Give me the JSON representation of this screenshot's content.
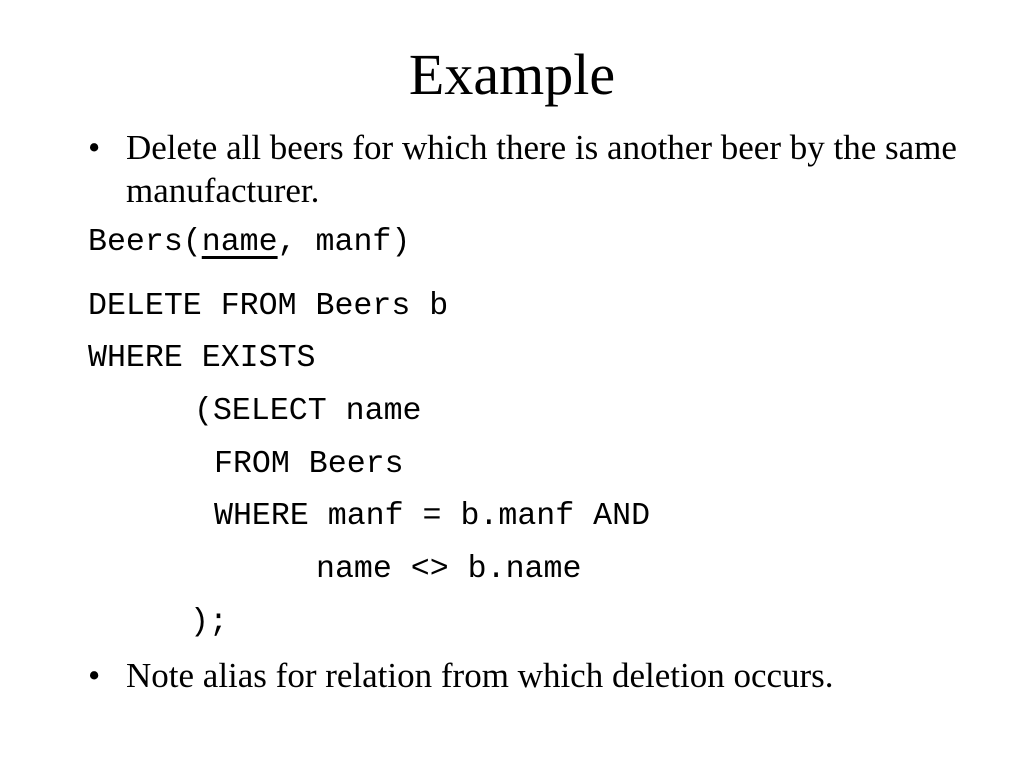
{
  "slide": {
    "title": "Example",
    "bullets": [
      {
        "marker": "•",
        "text": "Delete all beers for which there is another beer by the same manufacturer."
      },
      {
        "marker": "•",
        "text": "Note alias for relation from which deletion occurs."
      }
    ],
    "schema": {
      "prefix": "Beers(",
      "key": "name",
      "suffix": ", manf)"
    },
    "code": [
      "DELETE FROM Beers b",
      "WHERE EXISTS",
      "(SELECT name",
      "FROM Beers",
      "WHERE manf = b.manf AND",
      "name <> b.name",
      ");"
    ]
  }
}
